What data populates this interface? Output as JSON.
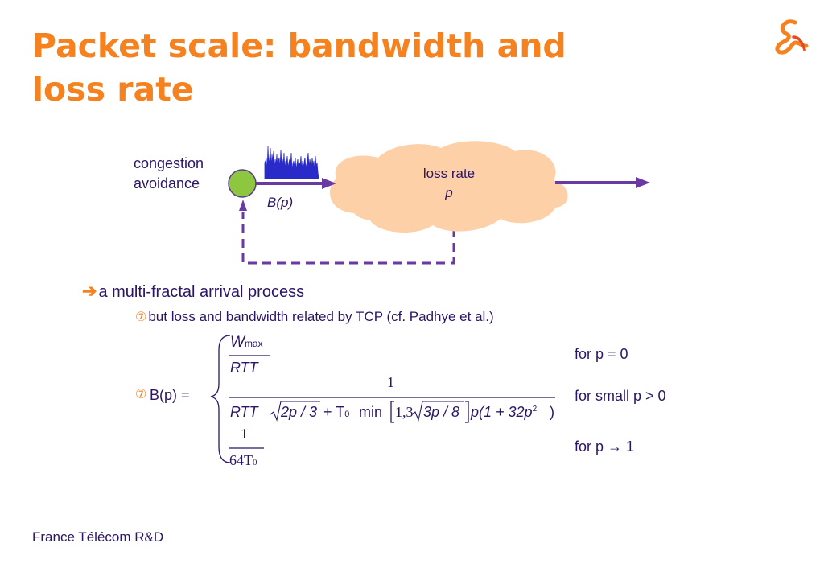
{
  "slide": {
    "title_line1": "Packet scale: bandwidth and",
    "title_line2": "loss rate",
    "footer": "France Télécom R&D"
  },
  "diagram": {
    "source_label_line1": "congestion",
    "source_label_line2": "avoidance",
    "arrival_label": "B(p)",
    "cloud_label_line1": "loss rate",
    "cloud_label_line2": "p"
  },
  "bullets": {
    "level1": "a multi-fractal arrival process",
    "level2": "but loss and bandwidth related by TCP (cf. Padhye et al.)"
  },
  "formula": {
    "lhs": "B(p) =",
    "case1_num_main": "W",
    "case1_num_sub": "max",
    "case1_den": "RTT",
    "case1_condition": "for p = 0",
    "case2_num": "1",
    "case2_den_rtt": "RTT",
    "case2_den_root1": "2p / 3",
    "case2_den_plus": "+ T",
    "case2_den_t_sub": "0",
    "case2_den_min": "min",
    "case2_den_bracket_content": "1,3",
    "case2_den_root2": "3p / 8",
    "case2_den_tail": "p(1 + 32p",
    "case2_den_tail_sup": "2",
    "case2_den_close": ")",
    "case2_condition": "for small p > 0",
    "case3_num": "1",
    "case3_den": "64T",
    "case3_den_sub": "0",
    "case3_condition": "for p → 1"
  },
  "colors": {
    "title": "#f5821f",
    "text": "#2b1566",
    "arrow": "#6a3aa2",
    "cloud": "#fdd0a8",
    "node": "#8dc63f",
    "traffic": "#2a2ac8"
  }
}
